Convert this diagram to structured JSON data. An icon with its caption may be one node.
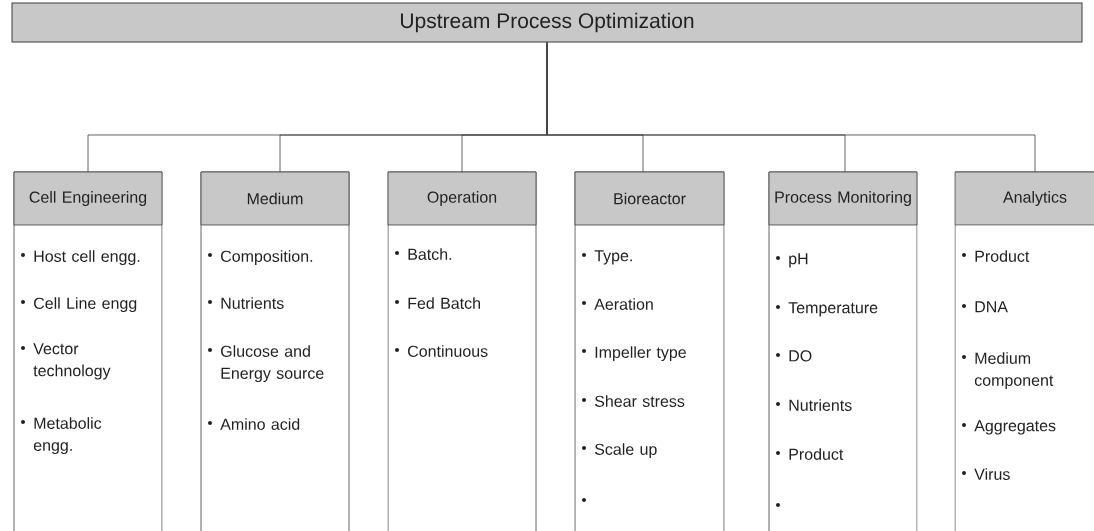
{
  "diagram": {
    "nodes": [
      {
        "text": [
          "Upstream Process Optimization"
        ]
      },
      {
        "text": [
          "Cell Engineering",
          "Host cell engg.",
          "Cell Line engg",
          "Vector technology",
          "Metabolic engg."
        ]
      },
      {
        "text": [
          "Medium",
          "Composition.",
          "Nutrients",
          "Glucose and Energy source",
          "Amino acid"
        ]
      },
      {
        "text": [
          "Operation",
          "Batch.",
          "Fed Batch",
          "Continuous"
        ]
      },
      {
        "text": [
          "Bioreactor",
          "Type.",
          "Aeration",
          "Impeller type",
          "Shear stress",
          "Scale up"
        ]
      },
      {
        "text": [
          "Process Monitoring",
          "pH",
          "Temperature",
          "DO",
          "Nutrients",
          "Product"
        ]
      },
      {
        "text": [
          "Analytics",
          "Product",
          "DNA",
          "Medium component",
          "Aggregates",
          "Virus"
        ]
      }
    ],
    "edges": [
      {
        "from": 0,
        "to": 1,
        "arrow": "none"
      },
      {
        "from": 0,
        "to": 2,
        "arrow": "none"
      },
      {
        "from": 0,
        "to": 3,
        "arrow": "none"
      },
      {
        "from": 0,
        "to": 4,
        "arrow": "none"
      },
      {
        "from": 0,
        "to": 5,
        "arrow": "none"
      },
      {
        "from": 0,
        "to": 6,
        "arrow": "none"
      }
    ]
  }
}
